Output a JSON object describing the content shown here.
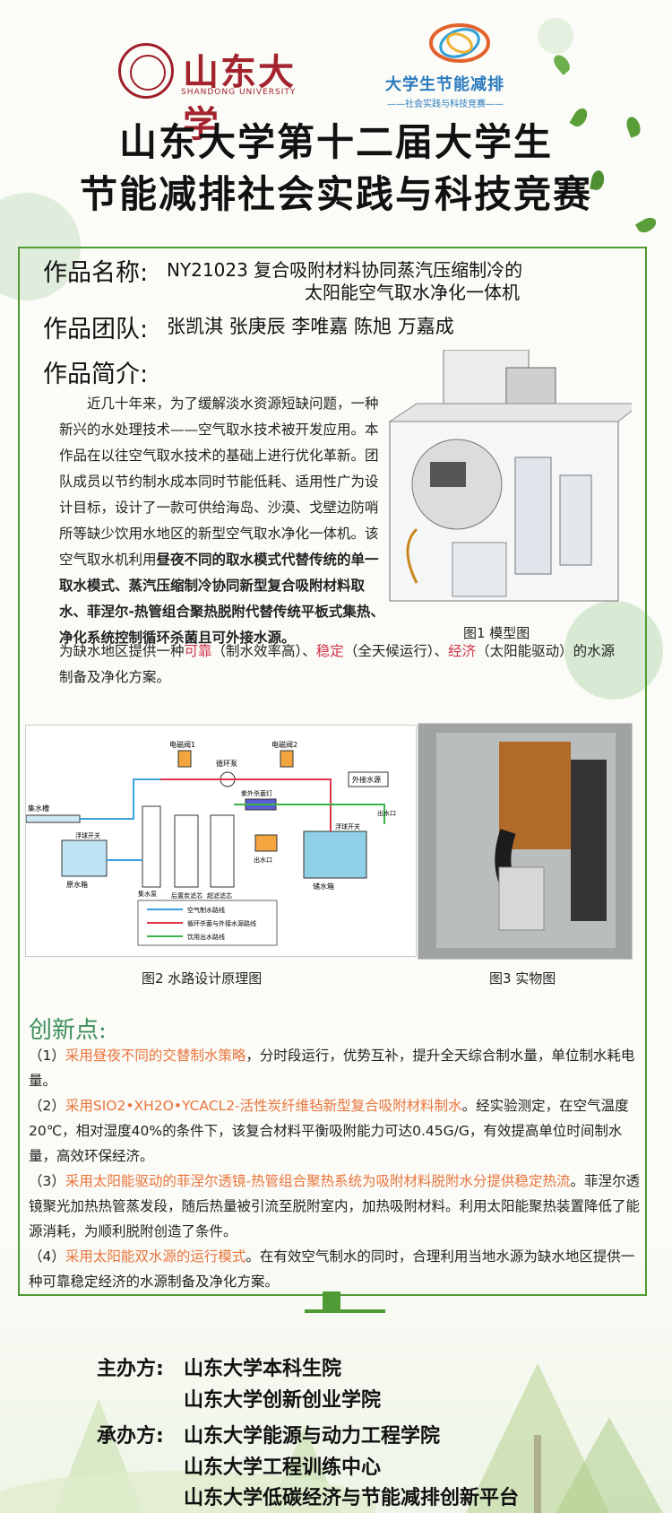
{
  "header": {
    "logo_left_cn": "山东大学",
    "logo_left_en": "SHANDONG UNIVERSITY",
    "logo_right_title": "大学生节能减排",
    "logo_right_sub": "——社会实践与科技竞赛——",
    "title_line1": "山东大学第十二届大学生",
    "title_line2": "节能减排社会实践与科技竞赛"
  },
  "work": {
    "name_label": "作品名称:",
    "name_line1": "NY21023 复合吸附材料协同蒸汽压缩制冷的",
    "name_line2": "太阳能空气取水净化一体机",
    "team_label": "作品团队:",
    "team_members": "张凯淇 张庚辰 李唯嘉 陈旭 万嘉成",
    "intro_label": "作品简介:"
  },
  "intro": {
    "p1": "近几十年来，为了缓解淡水资源短缺问题，一种新兴的水处理技术——空气取水技术被开发应用。本作品在以往空气取水技术的基础上进行优化革新。团队成员以节约制水成本同时节能低耗、适用性广为设计目标，设计了一款可供给海岛、沙漠、戈壁边防哨所等缺少饮用水地区的新型空气取水净化一体机。该空气取水机利用",
    "p1_bold": "昼夜不同的取水模式代替传统的单一取水模式、蒸汽压缩制冷协同新型复合吸附材料取水、菲涅尔-热管组合聚热脱附代替传统平板式集热、净化系统控制循环杀菌且可外接水源。",
    "p2a": "为缺水地区提供一种",
    "kw1": "可靠",
    "p2b": "（制水效率高）、",
    "kw2": "稳定",
    "p2c": "（全天候运行）、",
    "kw3": "经济",
    "p2d": "（太阳能驱动）的水源制备及净化方案。"
  },
  "figures": {
    "fig1_caption": "图1 模型图",
    "fig2_caption": "图2 水路设计原理图",
    "fig3_caption": "图3 实物图",
    "diagram": {
      "valve1": "电磁阀1",
      "valve2": "电磁阀2",
      "pump": "循环泵",
      "ext": "外接水源",
      "tank_top": "集水槽",
      "float1": "浮球开关",
      "float2": "浮球开关",
      "raw_tank": "原水箱",
      "lift_pump": "集水泵",
      "filter1": "后置炭滤芯",
      "filter2": "超滤滤芯",
      "uv": "紫外杀菌灯",
      "outlet": "出水口",
      "outlet2": "出水口",
      "store_tank": "储水箱",
      "legend1": "空气制水路线",
      "legend2": "循环杀菌与外接水源路线",
      "legend3": "饮用出水路线"
    }
  },
  "innovation": {
    "title": "创新点:",
    "i1_num": "（1）",
    "i1_hl": "采用昼夜不同的交替制水策略",
    "i1_rest": "，分时段运行，优势互补，提升全天综合制水量，单位制水耗电量。",
    "i2_num": "（2）",
    "i2_hl": "采用SIO2•XH2O•YCACL2-活性炭纤维毡新型复合吸附材料制水",
    "i2_rest": "。经实验测定，在空气温度20℃，相对湿度40%的条件下，该复合材料平衡吸附能力可达0.45G/G，有效提高单位时间制水量，高效环保经济。",
    "i3_num": "（3）",
    "i3_hl": "采用太阳能驱动的菲涅尔透镜-热管组合聚热系统为吸附材料脱附水分提供稳定热流",
    "i3_rest": "。菲涅尔透镜聚光加热热管蒸发段，随后热量被引流至脱附室内，加热吸附材料。利用太阳能聚热装置降低了能源消耗，为顺利脱附创造了条件。",
    "i4_num": "（4）",
    "i4_hl": "采用太阳能双水源的运行模式",
    "i4_rest": "。在有效空气制水的同时，合理利用当地水源为缺水地区提供一种可靠稳定经济的水源制备及净化方案。"
  },
  "organizers": {
    "host_label": "主办方:",
    "host1": "山东大学本科生院",
    "host2": "山东大学创新创业学院",
    "org_label": "承办方:",
    "org1": "山东大学能源与动力工程学院",
    "org2": "山东大学工程训练中心",
    "org3": "山东大学低碳经济与节能减排创新平台"
  },
  "colors": {
    "frame": "#4f9b35",
    "keyword_red": "#d1374a",
    "highlight_orange": "#e8743c",
    "title_green": "#3c8f5a",
    "brand_red": "#a3242f"
  }
}
